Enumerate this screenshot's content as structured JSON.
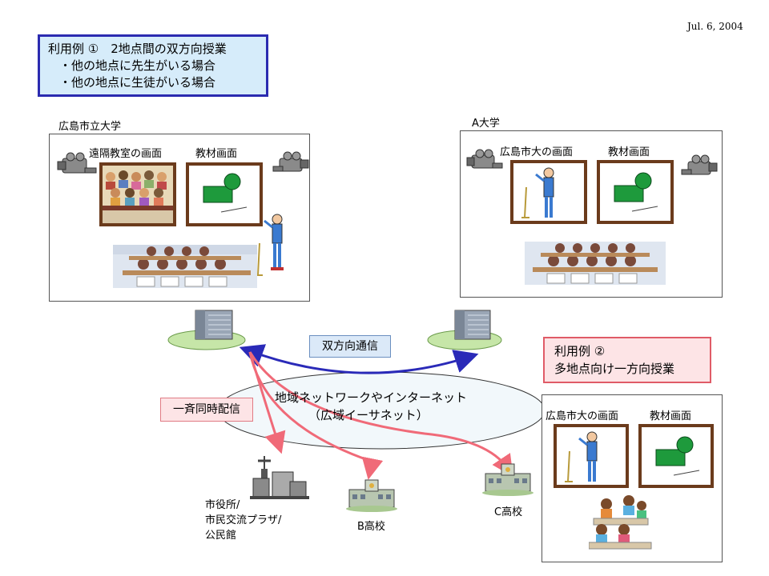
{
  "date": "Jul. 6, 2004",
  "usecase1": {
    "title": "利用例 ①　2地点間の双方向授業",
    "bullets": [
      "・他の地点に先生がいる場合",
      "・他の地点に生徒がいる場合"
    ]
  },
  "site_hiroshima": {
    "name": "広島市立大学",
    "remote_screen_label": "遠隔教室の画面",
    "material_screen_label": "教材画面"
  },
  "site_a": {
    "name": "A大学",
    "remote_screen_label": "広島市大の画面",
    "material_screen_label": "教材画面"
  },
  "bidirectional_label": "双方向通信",
  "network": {
    "line1": "地域ネットワークやインターネット",
    "line2": "（広域イーサネット）"
  },
  "broadcast_label": "一斉同時配信",
  "usecase2": {
    "line1": "利用例 ②",
    "line2": "多地点向け一方向授業"
  },
  "site_multi": {
    "remote_screen_label": "広島市大の画面",
    "material_screen_label": "教材画面"
  },
  "destinations": {
    "city": [
      "市役所/",
      "市民交流プラザ/",
      "公民館"
    ],
    "b_school": "B高校",
    "c_school": "C高校"
  },
  "colors": {
    "usecase1_border": "#2b2bb0",
    "usecase1_fill": "#d6ecfa",
    "usecase2_border": "#e05b67",
    "usecase2_fill": "#fde4e6",
    "bidirectional_arrow": "#2a2ab8",
    "broadcast_arrow": "#f06a78",
    "screen_frame": "#6b3b1c",
    "material_green": "#1e9a3c"
  }
}
